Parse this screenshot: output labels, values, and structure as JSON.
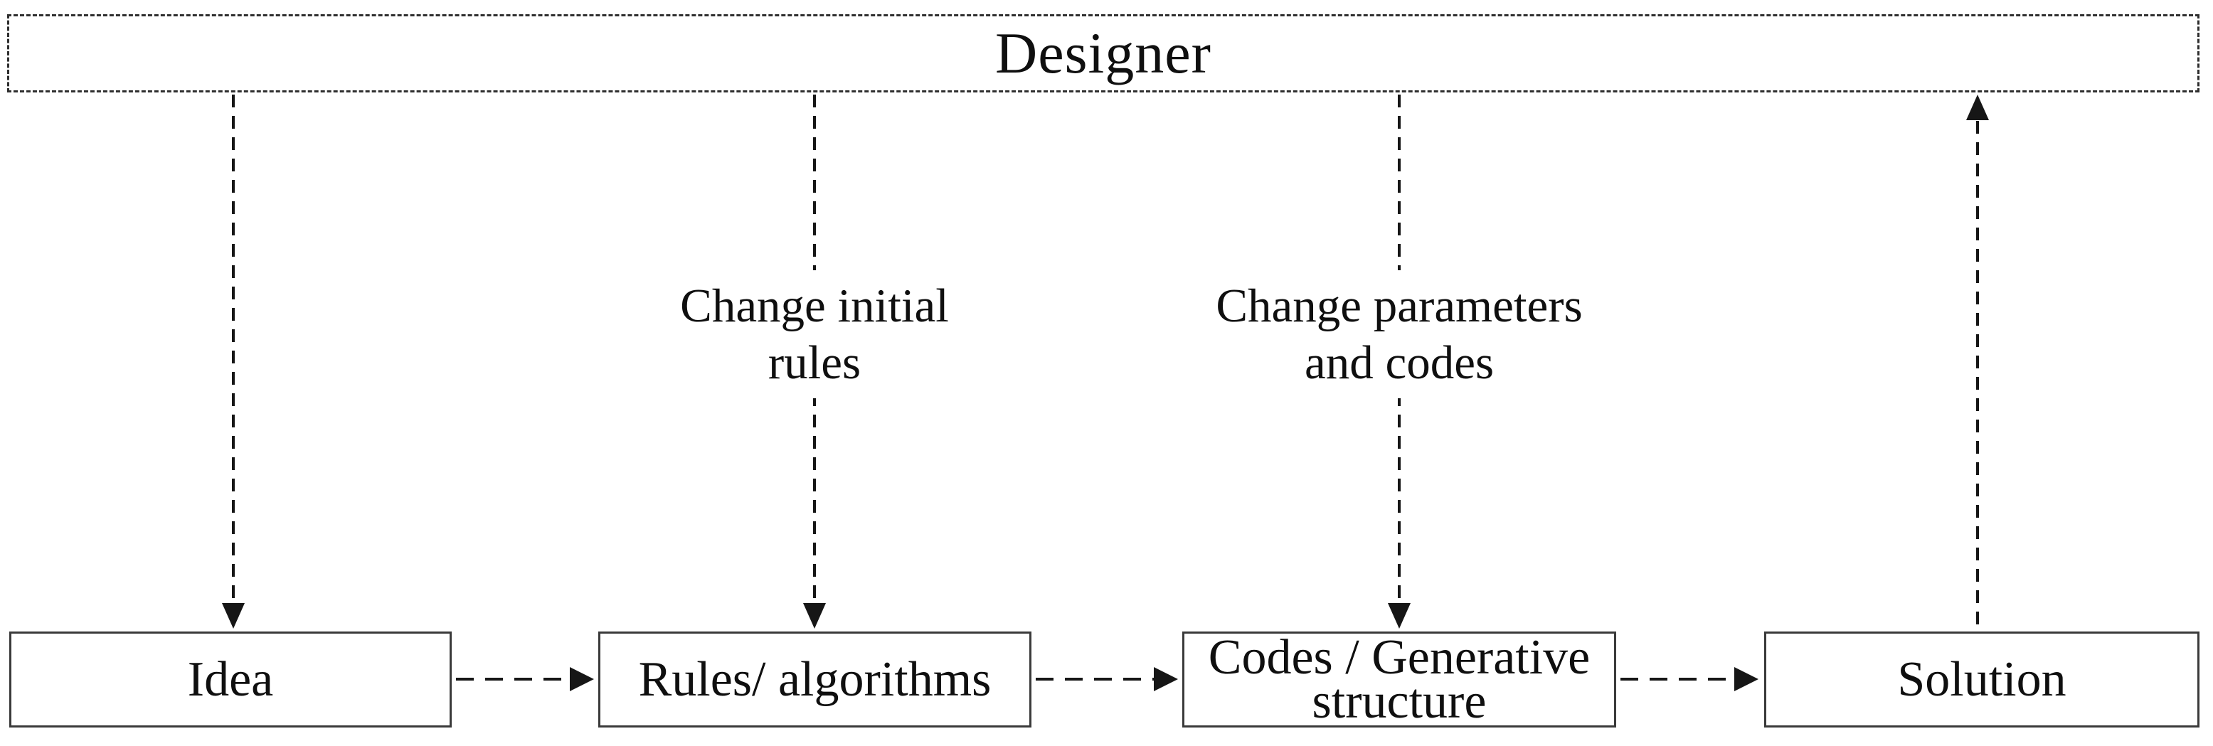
{
  "diagram": {
    "designer": {
      "label": "Designer"
    },
    "process_boxes": [
      {
        "label": "Idea"
      },
      {
        "label": "Rules/ algorithms"
      },
      {
        "label": "Codes / Generative\nstructure"
      },
      {
        "label": "Solution"
      }
    ],
    "feedback_labels": [
      {
        "text": "Change initial\nrules"
      },
      {
        "text": "Change parameters\nand codes"
      }
    ],
    "colors": {
      "background": "#ffffff",
      "dashed_line": "#161616",
      "designer_border": "#2e2e2e",
      "box_border": "#3a3a3a",
      "text": "#0f0f0f"
    }
  }
}
